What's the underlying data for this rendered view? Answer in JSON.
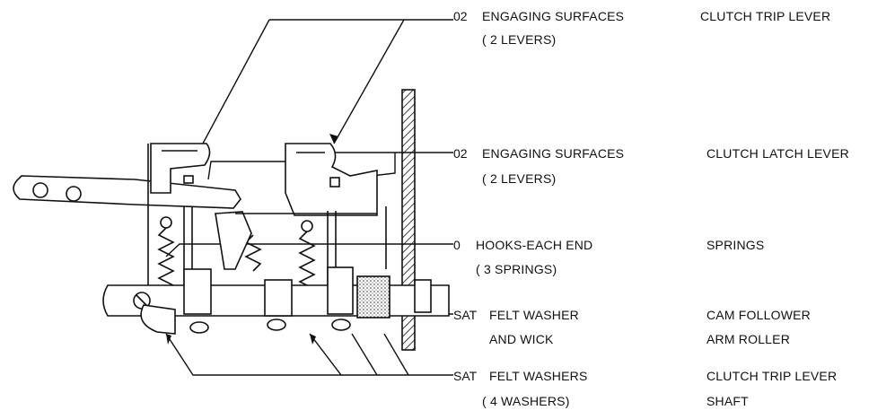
{
  "callouts": [
    {
      "code": "02",
      "description": "ENGAGING SURFACES",
      "note": "( 2 LEVERS)",
      "part": "CLUTCH TRIP LEVER",
      "part_line2": ""
    },
    {
      "code": "02",
      "description": "ENGAGING SURFACES",
      "note": "( 2 LEVERS)",
      "part": "CLUTCH LATCH LEVER",
      "part_line2": ""
    },
    {
      "code": "0",
      "description": "HOOKS-EACH END",
      "note": "( 3 SPRINGS)",
      "part": "SPRINGS",
      "part_line2": ""
    },
    {
      "code": "SAT",
      "description": "FELT WASHER",
      "note": "AND WICK",
      "part": "CAM FOLLOWER",
      "part_line2": "ARM ROLLER"
    },
    {
      "code": "SAT",
      "description": "FELT WASHERS",
      "note": "( 4 WASHERS)",
      "part": "CLUTCH TRIP LEVER",
      "part_line2": "SHAFT"
    }
  ],
  "colors": {
    "ink": "#111111",
    "paper": "#ffffff",
    "felt": "#d9d9d9"
  }
}
